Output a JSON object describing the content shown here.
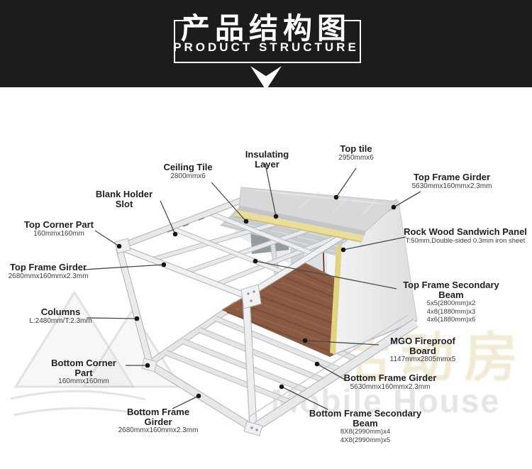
{
  "header": {
    "title_cn": "产品结构图",
    "title_en": "PRODUCT  STRUCTURE"
  },
  "watermark": {
    "cn": "活动房",
    "en": "Mobile House"
  },
  "labels": [
    {
      "id": "blank-holder-slot",
      "title": "Blank Holder Slot",
      "subs": []
    },
    {
      "id": "top-corner-part",
      "title": "Top Corner Part",
      "subs": [
        "160mmx160mm"
      ]
    },
    {
      "id": "top-frame-girder-left",
      "title": "Top Frame Girder",
      "subs": [
        "2680mmx160mmx2.3mm"
      ]
    },
    {
      "id": "columns",
      "title": "Columns",
      "subs": [
        "L:2480mm/T:2.3mm"
      ]
    },
    {
      "id": "bottom-corner-part",
      "title": "Bottom Corner Part",
      "subs": [
        "160mmx160mm"
      ]
    },
    {
      "id": "bottom-frame-girder-left",
      "title": "Bottom Frame Girder",
      "subs": [
        "2680mmx160mmx2.3mm"
      ]
    },
    {
      "id": "ceiling-tile",
      "title": "Ceiling Tile",
      "subs": [
        "2800mmx6"
      ]
    },
    {
      "id": "insulating-layer",
      "title": "Insulating Layer",
      "subs": []
    },
    {
      "id": "top-tile",
      "title": "Top tile",
      "subs": [
        "2950mmx6"
      ]
    },
    {
      "id": "top-frame-girder-right",
      "title": "Top Frame Girder",
      "subs": [
        "5630mmx160mmx2.3mm"
      ]
    },
    {
      "id": "rock-wool-sandwich-panel",
      "title": "Rock Wood Sandwich Panel",
      "subs": [
        "T:50mm,Double-sided 0.3mm iron sheet"
      ]
    },
    {
      "id": "top-frame-secondary-beam",
      "title": "Top Frame Secondary Beam",
      "subs": [
        "5x5(2800mm)x2",
        "4x8(1880mm)x3",
        "4x6(1880mm)x6"
      ]
    },
    {
      "id": "mgo-fireproof-board",
      "title": "MGO Fireproof Board",
      "subs": [
        "1147mmx2805mmx5"
      ]
    },
    {
      "id": "bottom-frame-girder-right",
      "title": "Bottom Frame Girder",
      "subs": [
        "5630mmx160mmx2.3mm"
      ]
    },
    {
      "id": "bottom-frame-secondary-beam",
      "title": "Bottom Frame Secondary Beam",
      "subs": [
        "8X8(2990mm)x4",
        "4X8(2990mm)x5"
      ]
    }
  ],
  "colors": {
    "header_bg": "#1c1c1c",
    "insulation_yellow": "#e9dd99",
    "floor_brown": "#8a5a42",
    "frame_gray": "#e6e8ea",
    "leader_line": "#4a4a4a"
  }
}
